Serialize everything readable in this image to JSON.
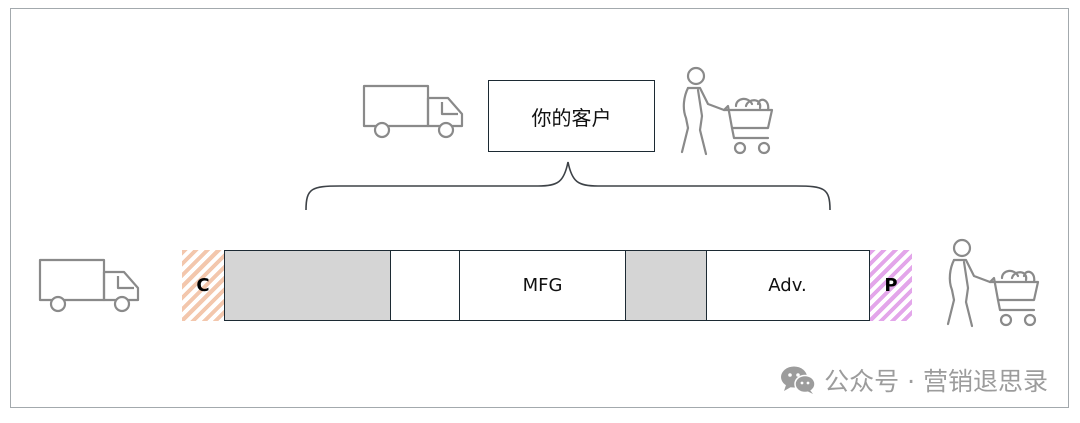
{
  "diagram": {
    "customer_box_label": "你的客户",
    "cap_left_label": "C",
    "cap_right_label": "P",
    "segments": [
      {
        "label": "",
        "fill": "grey"
      },
      {
        "label": "",
        "fill": "white"
      },
      {
        "label": "MFG",
        "fill": "white"
      },
      {
        "label": "",
        "fill": "grey"
      },
      {
        "label": "Adv.",
        "fill": "white"
      }
    ],
    "icons": [
      "truck-icon",
      "shopper-cart-icon"
    ],
    "colors": {
      "border": "#1c2a33",
      "segment_grey": "#d5d5d5",
      "cap_c_stripe": "#f3c7ad",
      "cap_p_stripe": "#e3a6ea",
      "icon_stroke": "#8a8a8a"
    }
  },
  "watermark": {
    "text": "公众号 · 营销退思录"
  }
}
